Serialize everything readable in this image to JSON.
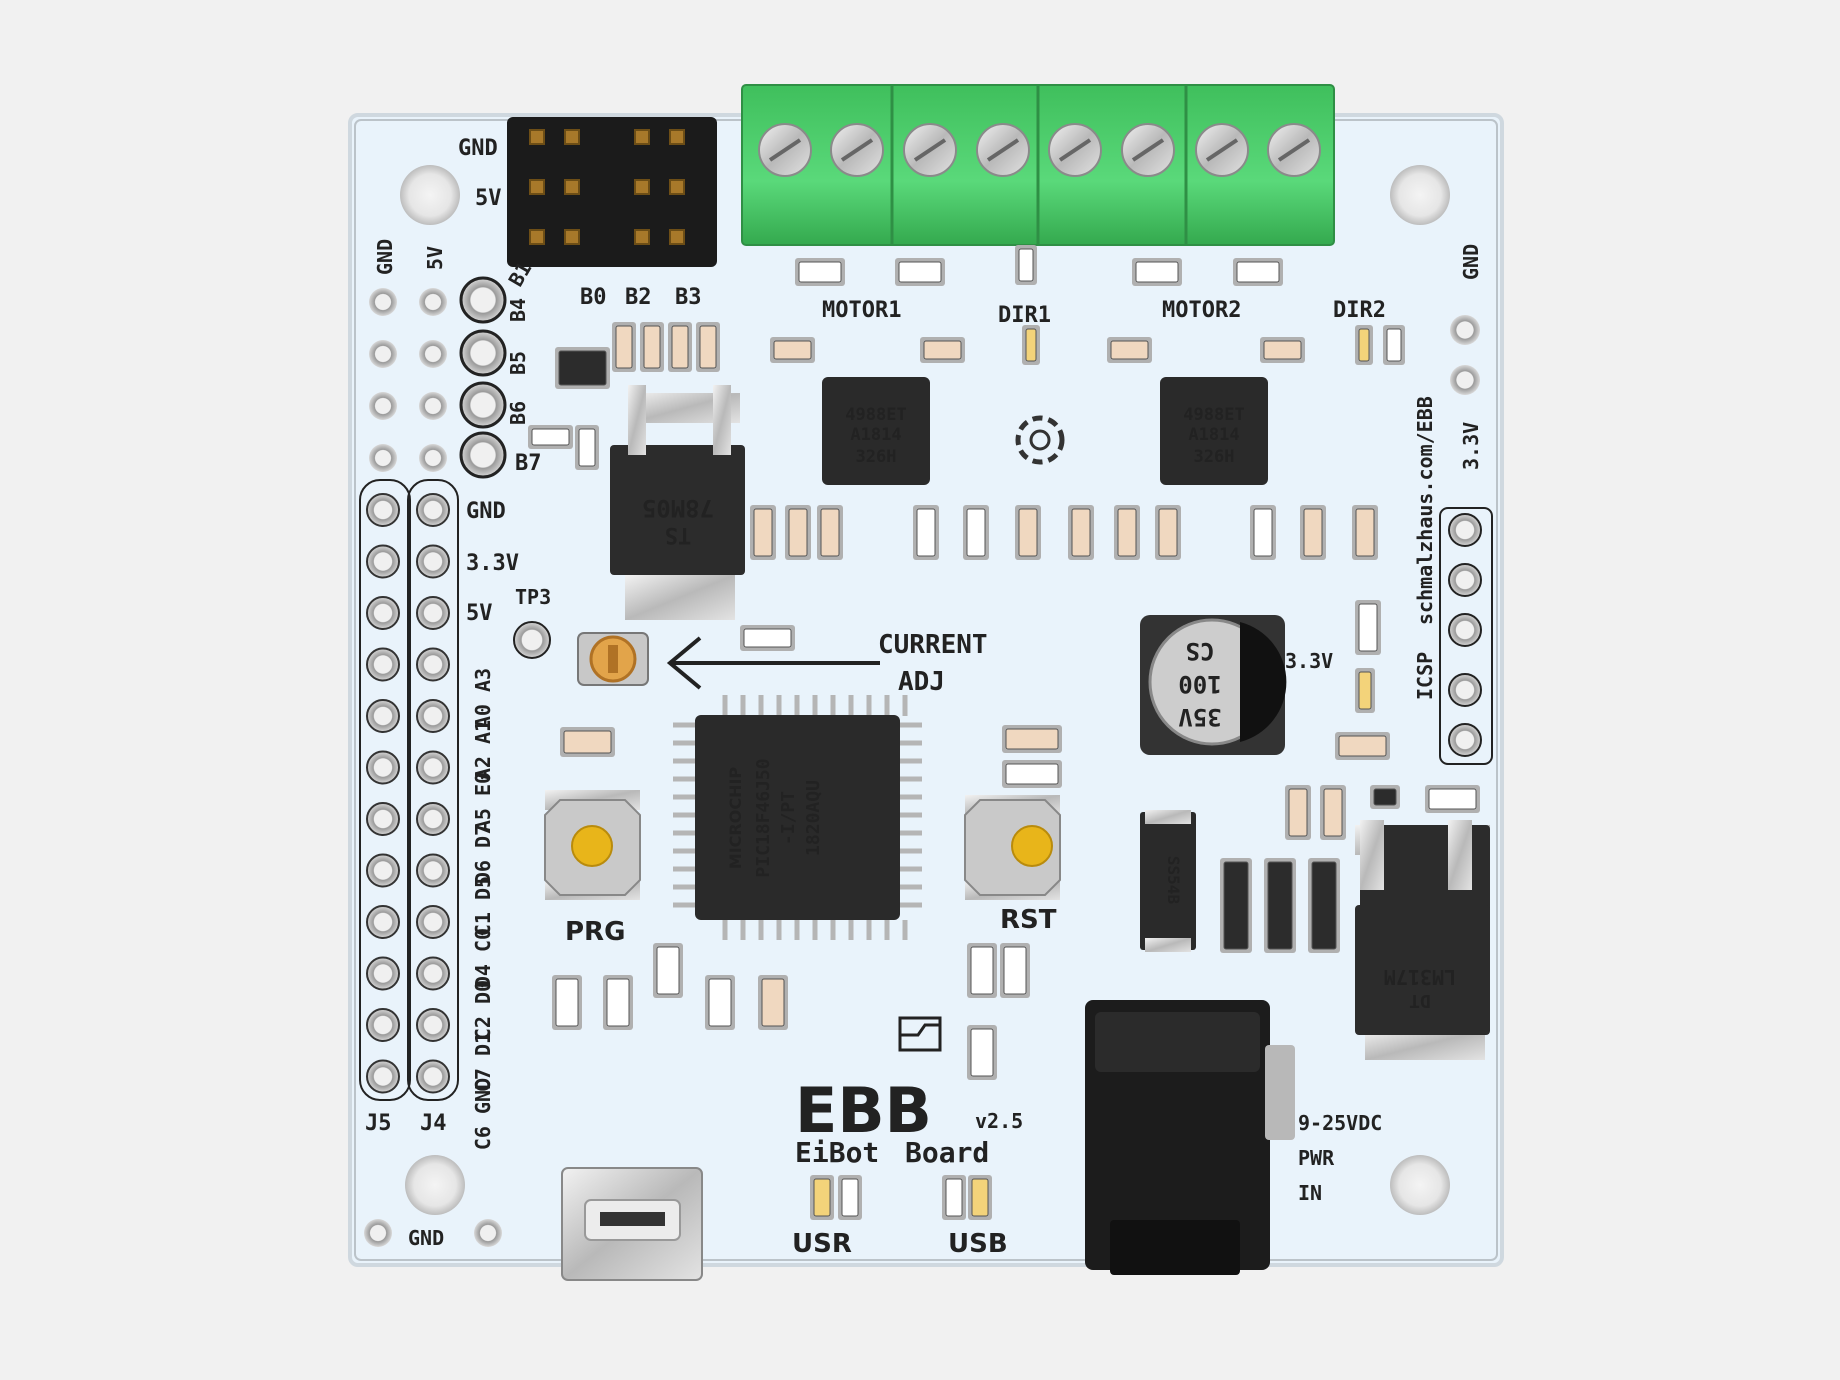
{
  "board": {
    "title": "EBB",
    "version": "v2.5",
    "subtitle_word1": "EiBot",
    "subtitle_word2": "Board",
    "url": "schmalzhaus.com/EBB",
    "colors": {
      "pcb": "#e9f3fb",
      "terminal": "#4fcf6f",
      "ic": "#2a2a2a",
      "silk": "#1f1f1f",
      "pad": "#c9c9c9"
    }
  },
  "labels": {
    "gnd_top": "GND",
    "v5_top": "5V",
    "b1": "B1",
    "b0": "B0",
    "b2": "B2",
    "b3": "B3",
    "b4": "B4",
    "b5": "B5",
    "b6": "B6",
    "b7": "B7",
    "gnd_col": "GND",
    "v5_col": "5V",
    "gnd_j": "GND",
    "v33_j": "3.3V",
    "v5_j": "5V",
    "tp3": "TP3",
    "current": "CURRENT",
    "adj": "ADJ",
    "motor1": "MOTOR1",
    "motor2": "MOTOR2",
    "dir1": "DIR1",
    "dir2": "DIR2",
    "gnd_right": "GND",
    "v33_right": "3.3V",
    "icsp": "ICSP",
    "v33_cap": "3.3V",
    "prg": "PRG",
    "rst": "RST",
    "j5": "J5",
    "j4": "J4",
    "gnd_bottom": "GND",
    "usr": "USR",
    "usb": "USB",
    "pwr1": "9-25VDC",
    "pwr2": "PWR",
    "pwr3": "IN",
    "pins_a": [
      "A0 A3",
      "A2 A1",
      "A5 E0",
      "D6 D7",
      "C1 D5",
      "D4 C0",
      "C2 D0",
      "C7 D1",
      "C6 GND"
    ]
  },
  "chips": {
    "driver1": [
      "4988ET",
      "A1814",
      "326H"
    ],
    "driver2": [
      "4988ET",
      "A1814",
      "326H"
    ],
    "mcu": [
      "MICROCHIP",
      "PIC18F46J50",
      "-I/PT",
      "1820AQU"
    ],
    "regulator5v": [
      "78M05",
      "TS"
    ],
    "regulator33": [
      "LM317M",
      "DT"
    ],
    "diode": "SS54B",
    "cap": [
      "35V",
      "100",
      "CS"
    ]
  }
}
